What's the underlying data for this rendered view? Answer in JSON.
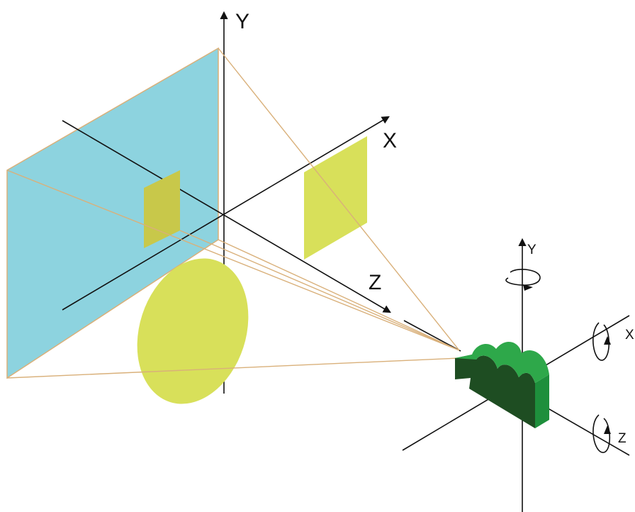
{
  "labels": {
    "main_y": "Y",
    "main_x": "X",
    "main_z": "Z",
    "camera_y": "Y",
    "camera_x": "X",
    "camera_z": "Z"
  },
  "colors": {
    "projection_plane": "#8dd3df",
    "projection_plane_edge": "#d9b07a",
    "object_yellow": "#d8e05a",
    "object_yellow_shadow": "#c8c84a",
    "projector_lines": "#d9b07a",
    "axis": "#111111",
    "camera_front": "#1e4d22",
    "camera_top": "#2ea84a",
    "camera_side": "#1e8f3c"
  }
}
